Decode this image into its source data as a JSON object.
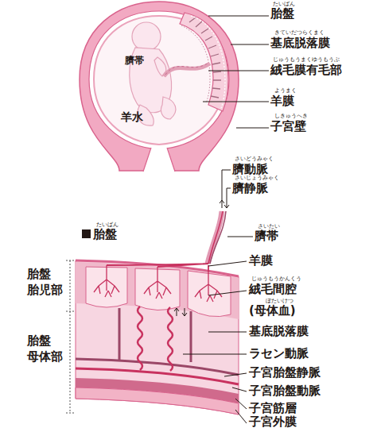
{
  "diagram": {
    "labels": [
      "たいばん",
      "胎盤",
      "きていだつらくまく",
      "基底脱落膜",
      "じゅうもうまくゆうもうぶ",
      "絨毛膜有毛部",
      "ようまく",
      "羊膜",
      "しきゅうへき",
      "子宮壁",
      "臍帯",
      "羊水",
      "さいどうみゃく",
      "臍動脈",
      "さいじょうみゃく",
      "臍静脈",
      "たいばん",
      "胎盤",
      "さいたい",
      "臍帯",
      "羊膜",
      "じゅうもうかんくう",
      "絨毛間腔",
      "ぼたいけつ",
      "(母体血)",
      "基底脱落膜",
      "ラセン動脈",
      "子宮胎盤静脈",
      "子宮胎盤動脈",
      "子宮筋層",
      "子宮外膜",
      "胎盤 胎児部",
      "胎盤 母体部"
    ]
  }
}
